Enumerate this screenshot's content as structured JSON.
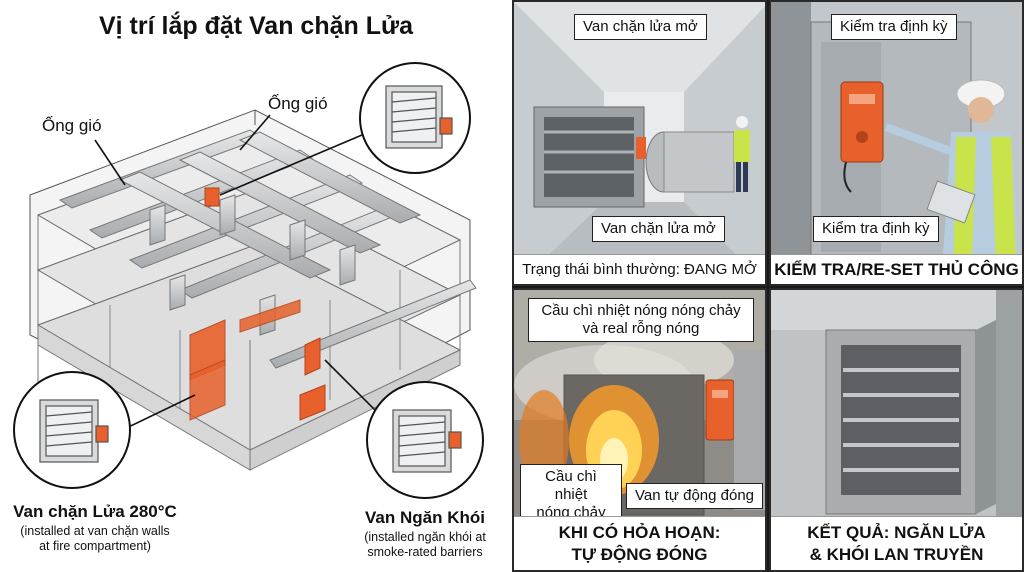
{
  "left": {
    "title": "Vị trí lắp đặt Van chặn Lửa",
    "labels": {
      "duct_left": "Ống gió",
      "duct_top": "Ống gió"
    },
    "fire_damper": {
      "title": "Van chặn Lửa 280°C",
      "line1": "(installed at van chặn walls",
      "line2": "at fire compartment)"
    },
    "smoke_damper": {
      "title": "Van Ngăn Khói",
      "line1": "(installed ngăn khói at",
      "line2": "smoke-rated barriers"
    }
  },
  "panels": {
    "normal": {
      "callout_top": "Van chặn lửa mở",
      "callout_bottom": "Van chặn lửa mở",
      "caption": "Trạng thái bình thường: ĐANG MỞ"
    },
    "inspection": {
      "callout_top": "Kiểm tra định kỳ",
      "callout_bottom": "Kiểm tra định kỳ",
      "caption": "KIỂM TRA/RE-SET THỦ CÔNG"
    },
    "fire": {
      "callout_top_1": "Cầu chì nhiệt nóng nóng chảy",
      "callout_top_2": "và real rỗng nóng",
      "callout_fuse_1": "Cầu chì nhiệt",
      "callout_fuse_2": "nóng chảy",
      "callout_auto": "Van tự động đóng",
      "caption_1": "KHI CÓ HỎA HOẠN:",
      "caption_2": "TỰ ĐỘNG ĐÓNG"
    },
    "result": {
      "caption_1": "KẾT QUẢ: NGĂN LỬA",
      "caption_2": "& KHÓI LAN TRUYỀN"
    }
  },
  "colors": {
    "accent_orange": "#e8612c",
    "steel": "#c9ccce",
    "vest": "#c9e34a"
  }
}
